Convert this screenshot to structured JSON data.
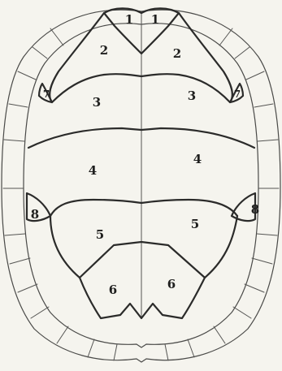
{
  "diagram": {
    "labels": {
      "l1_left": "1",
      "l1_right": "1",
      "l2_left": "2",
      "l2_right": "2",
      "l3_left": "3",
      "l3_right": "3",
      "l4_left": "4",
      "l4_right": "4",
      "l5_left": "5",
      "l5_right": "5",
      "l6_left": "6",
      "l6_right": "6",
      "l7_left": "7",
      "l7_right": "7",
      "l8_left": "8",
      "l8_right": "8"
    }
  }
}
